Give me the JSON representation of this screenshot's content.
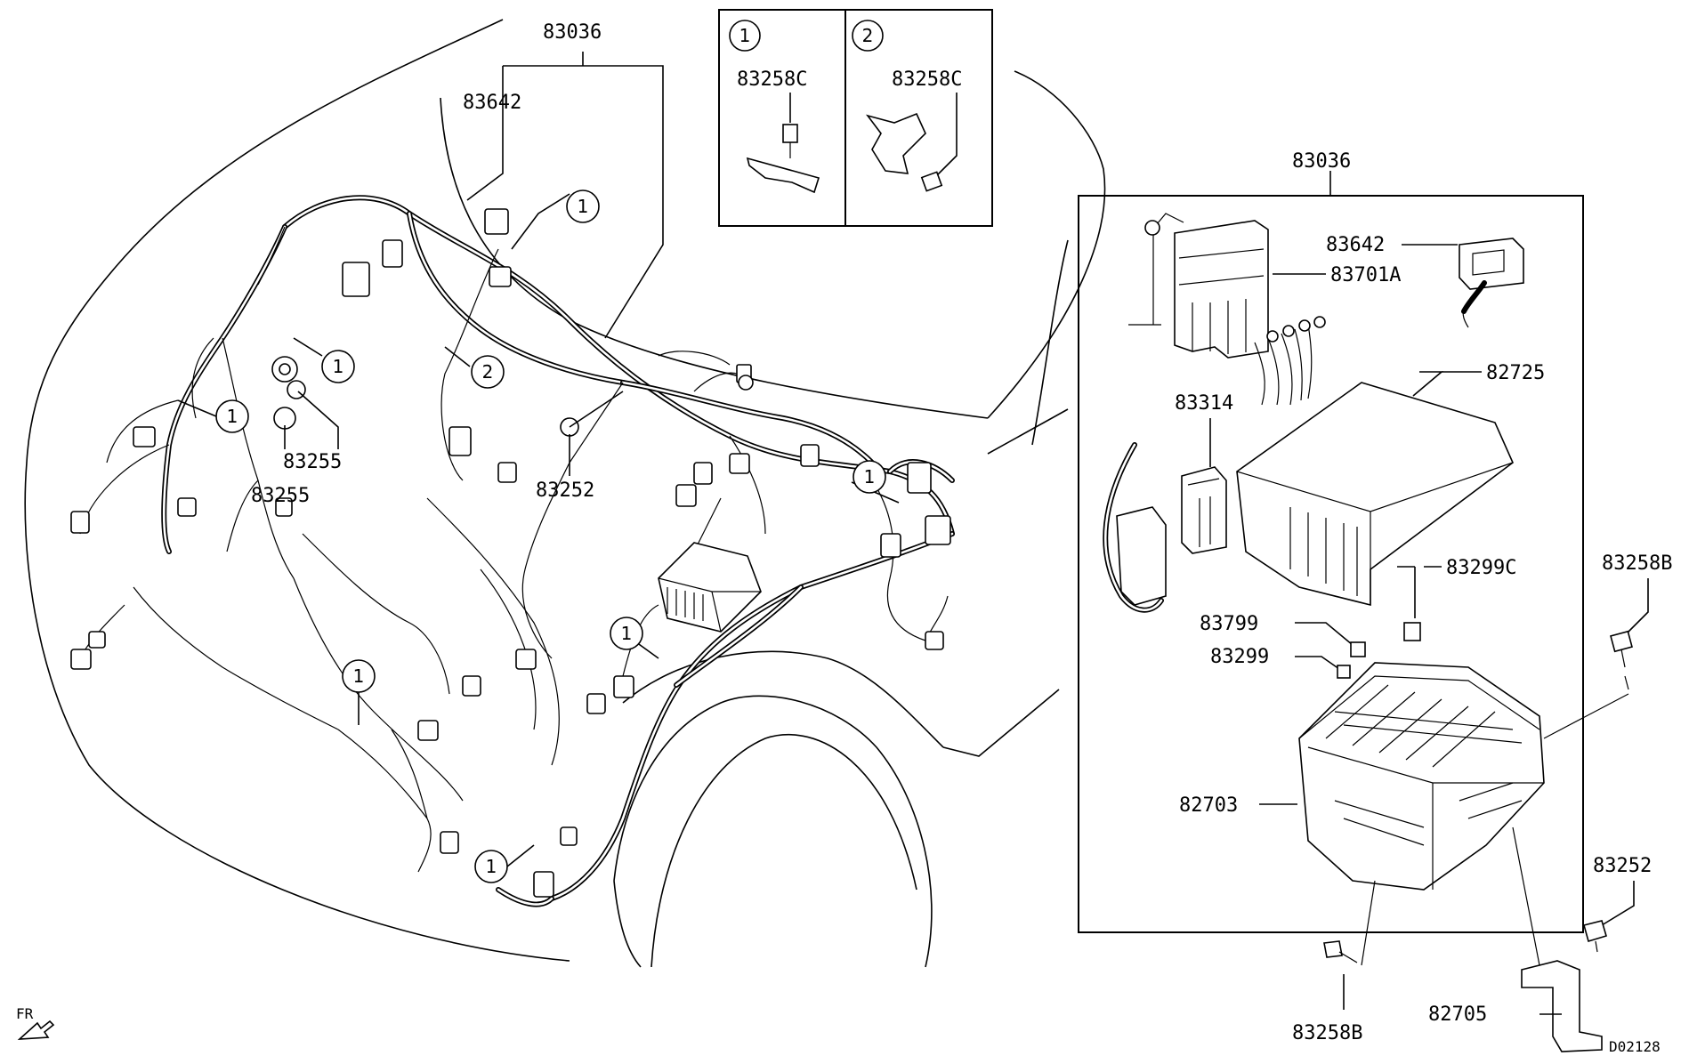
{
  "labels": {
    "main_harness": "83036",
    "main_connector": "83642",
    "clip_a": "83255",
    "clip_b": "83255",
    "clip_c": "83252",
    "detail1_bolt": "83258C",
    "detail2_bolt": "83258C",
    "box_harness": "83036",
    "box_connector": "83642",
    "box_fusible": "83701A",
    "box_cover": "82725",
    "box_relay": "83314",
    "box_fuse_c": "83299C",
    "box_fuse_d": "83799",
    "box_fuse": "83299",
    "box_main": "82703",
    "ext_bolt_right": "83258B",
    "ext_nut": "83252",
    "ext_bolt_bottom": "83258B",
    "ext_bracket": "82705",
    "direction": "FR",
    "diagram_code": "D02128"
  },
  "callouts": {
    "one": "1",
    "two": "2"
  }
}
